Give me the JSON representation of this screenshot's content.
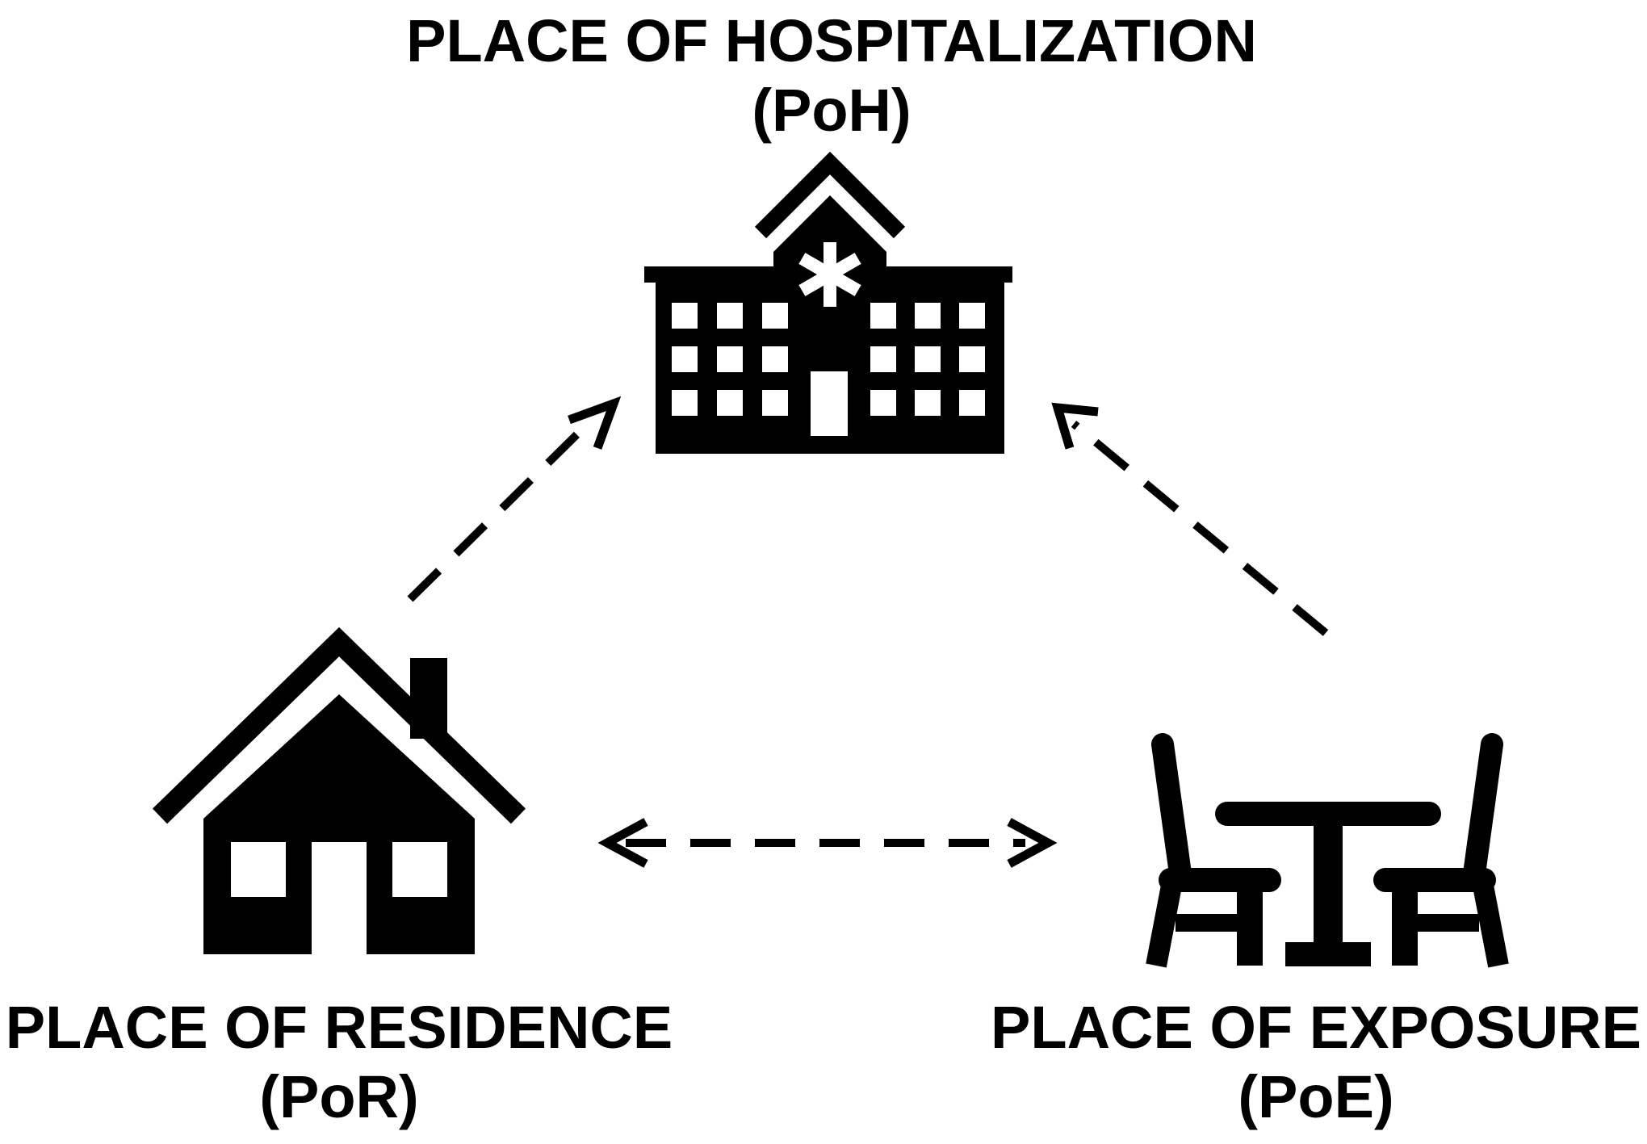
{
  "nodes": {
    "hospitalization": {
      "title": "PLACE OF HOSPITALIZATION",
      "abbr": "(PoH)",
      "icon": "hospital-icon"
    },
    "residence": {
      "title": "PLACE OF RESIDENCE",
      "abbr": "(PoR)",
      "icon": "house-icon"
    },
    "exposure": {
      "title": "PLACE OF EXPOSURE",
      "abbr": "(PoE)",
      "icon": "dining-table-chairs-icon"
    }
  },
  "edges": [
    {
      "from": "residence",
      "to": "hospitalization",
      "style": "dashed",
      "direction": "one-way"
    },
    {
      "from": "exposure",
      "to": "hospitalization",
      "style": "dashed",
      "direction": "one-way"
    },
    {
      "from": "residence",
      "to": "exposure",
      "style": "dashed",
      "direction": "two-way"
    }
  ],
  "colors": {
    "foreground": "#000000",
    "background": "#ffffff"
  }
}
